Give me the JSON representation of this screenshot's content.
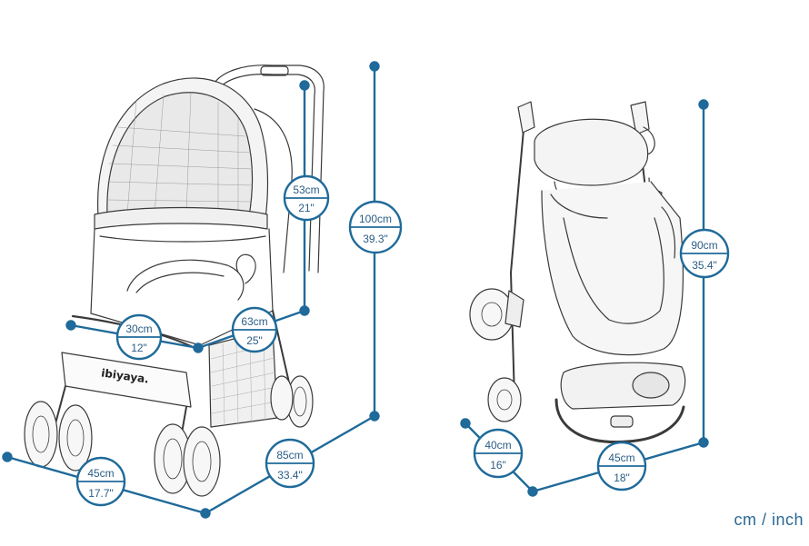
{
  "colors": {
    "dimension": "#1f6a9a",
    "outline": "#3a3a3a",
    "background": "#ffffff"
  },
  "brand_label": "ibiyaya.",
  "units_label": "cm / inch",
  "left_view": {
    "handle_height": {
      "metric": "53cm",
      "imperial": "21\""
    },
    "total_height": {
      "metric": "100cm",
      "imperial": "39.3\""
    },
    "seat_width": {
      "metric": "30cm",
      "imperial": "12\""
    },
    "seat_depth": {
      "metric": "63cm",
      "imperial": "25\""
    },
    "width": {
      "metric": "45cm",
      "imperial": "17.7\""
    },
    "length": {
      "metric": "85cm",
      "imperial": "33.4\""
    }
  },
  "right_view": {
    "folded_height": {
      "metric": "90cm",
      "imperial": "35.4\""
    },
    "folded_depth": {
      "metric": "40cm",
      "imperial": "16\""
    },
    "folded_width": {
      "metric": "45cm",
      "imperial": "18\""
    }
  }
}
